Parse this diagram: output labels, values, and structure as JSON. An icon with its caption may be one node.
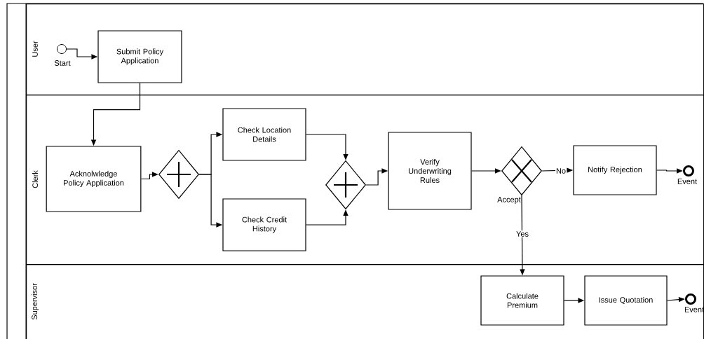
{
  "diagram": {
    "nodes": [
      {
        "text": [
          "User"
        ]
      },
      {
        "text": [
          "Clerk"
        ]
      },
      {
        "text": [
          "Supervisor"
        ]
      },
      {
        "text": [],
        "shape": "circle",
        "beside": [
          "Start"
        ],
        "in": 0
      },
      {
        "text": [
          "Submit Policy Application"
        ],
        "in": 0
      },
      {
        "text": [
          "Acknolwledge Policy Application"
        ],
        "in": 1
      },
      {
        "text": [],
        "shape": "diamond",
        "in": 1
      },
      {
        "text": [
          "Check Location Details"
        ],
        "in": 1
      },
      {
        "text": [
          "Check Credit History"
        ],
        "in": 1
      },
      {
        "text": [],
        "shape": "diamond",
        "in": 1
      },
      {
        "text": [
          "Verify Underwriting Rules"
        ],
        "in": 1
      },
      {
        "text": [],
        "shape": "diamond",
        "beside": [
          "Accept"
        ],
        "in": 1
      },
      {
        "text": [
          "Notify Rejection"
        ],
        "in": 1
      },
      {
        "text": [],
        "shape": "circle",
        "beside": [
          "Event"
        ],
        "in": 1
      },
      {
        "text": [
          "Calculate Premium"
        ],
        "in": 2
      },
      {
        "text": [
          "Issue Quotation"
        ],
        "in": 2
      },
      {
        "text": [],
        "shape": "circle",
        "beside": [
          "Event"
        ],
        "in": 2
      }
    ],
    "edges": [
      {
        "from": 3,
        "to": 4,
        "arrow": "to"
      },
      {
        "from": 4,
        "to": 5,
        "arrow": "to"
      },
      {
        "from": 5,
        "to": 6,
        "arrow": "to"
      },
      {
        "from": 6,
        "to": 7,
        "arrow": "to"
      },
      {
        "from": 6,
        "to": 8,
        "arrow": "to"
      },
      {
        "from": 7,
        "to": 9,
        "arrow": "to"
      },
      {
        "from": 8,
        "to": 9,
        "arrow": "to"
      },
      {
        "from": 9,
        "to": 10,
        "arrow": "to"
      },
      {
        "from": 10,
        "to": 11,
        "arrow": "to"
      },
      {
        "from": 11,
        "to": 12,
        "arrow": "to",
        "label": "No"
      },
      {
        "from": 12,
        "to": 13,
        "arrow": "to"
      },
      {
        "from": 11,
        "to": 14,
        "arrow": "to",
        "label": "Yes"
      },
      {
        "from": 14,
        "to": 15,
        "arrow": "to"
      },
      {
        "from": 15,
        "to": 16,
        "arrow": "to"
      }
    ]
  }
}
